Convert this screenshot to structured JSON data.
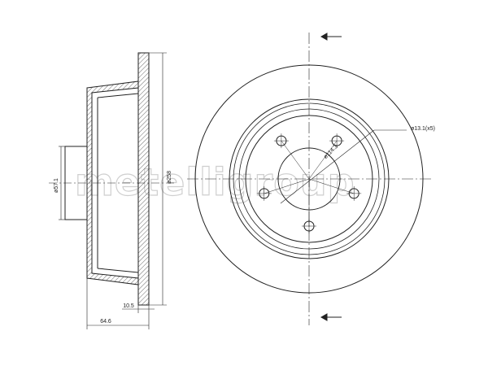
{
  "watermark": {
    "text": "metelligroup"
  },
  "side_view": {
    "dim_hub_diameter": "ø57.1",
    "dim_outer_diameter": "ø258",
    "dim_thickness": "10.5",
    "dim_height": "64.6"
  },
  "front_view": {
    "dim_bolt_circle": "ø114.3",
    "dim_bolt_holes": "ø13.1(x5)",
    "bolt_hole_count": 5
  }
}
